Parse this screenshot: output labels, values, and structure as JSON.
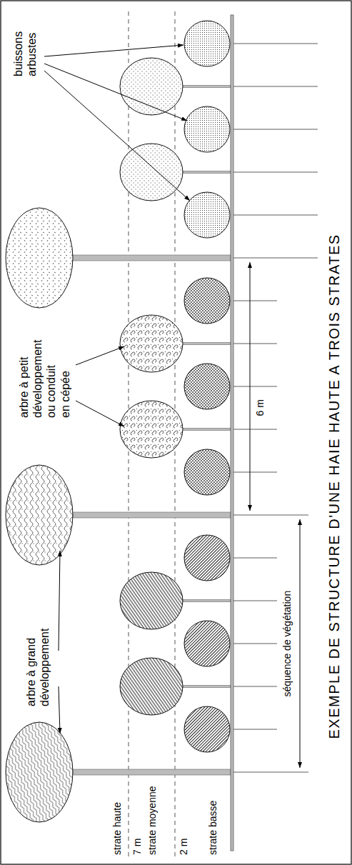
{
  "diagram": {
    "title": "EXEMPLE DE STRUCTURE D'UNE HAIE HAUTE A TROIS STRATES",
    "labels": [
      "strate haute",
      "7 m",
      "strate moyenne",
      "2 m",
      "strate basse",
      "arbre à grand développement",
      "arbre à petit développement ou conduit en cépée",
      "buissons arbustes",
      "6 m",
      "séquence de végétation"
    ]
  }
}
